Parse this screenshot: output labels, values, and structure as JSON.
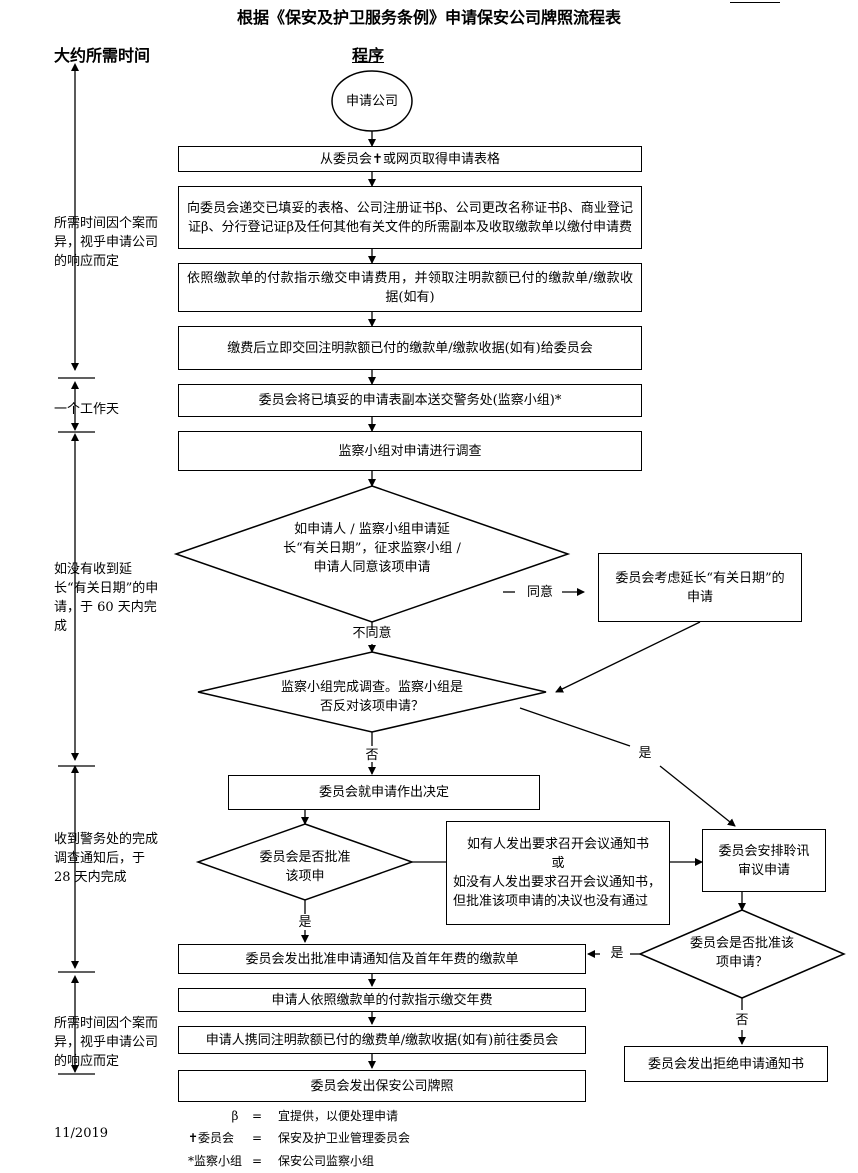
{
  "title": "根据《保安及护卫服务条例》申请保安公司牌照流程表",
  "headers": {
    "time": "大约所需时间",
    "procedure": "程序"
  },
  "time_notes": {
    "n1": "所需时间因个案而异，视乎申请公司的响应而定",
    "n2": "一个工作天",
    "n3": "如没有收到延长“有关日期”的申请，于 60 天内完成",
    "n4": "收到警务处的完成调查通知后，于 28 天内完成",
    "n5": "所需时间因个案而异，视乎申请公司的响应而定"
  },
  "steps": {
    "start": "申请公司",
    "s1": "从委员会✝或网页取得申请表格",
    "s2": "向委员会递交已填妥的表格、公司注册证书β、公司更改名称证书β、商业登记证β、分行登记证β及任何其他有关文件的所需副本及收取缴款单以缴付申请费",
    "s3": "依照缴款单的付款指示缴交申请费用，并领取注明款额已付的缴款单/缴款收据(如有)",
    "s4": "缴费后立即交回注明款额已付的缴款单/缴款收据(如有)给委员会",
    "s5": "委员会将已填妥的申请表副本送交警务处(监察小组)*",
    "s6": "监察小组对申请进行调查",
    "d1": "如申请人 / 监察小组申请延长“有关日期”，征求监察小组 / 申请人同意该项申请",
    "agree": "同意",
    "s_extend": "委员会考虑延长“有关日期”的申请",
    "disagree": "不同意",
    "d2": "监察小组完成调查。监察小组是否反对该项申请？",
    "no1": "否",
    "yes1": "是",
    "s7": "委员会就申请作出决定",
    "d3": "委员会是否批准该项申",
    "meeting_cond_1": "如有人发出要求召开会议通知书",
    "meeting_or": "或",
    "meeting_cond_2": "如没有人发出要求召开会议通知书，但批准该项申请的决议也没有通过",
    "s_hearing": "委员会安排聆讯审议申请",
    "yes2": "是",
    "d4": "委员会是否批准该项申请？",
    "yes3": "是",
    "no2": "否",
    "s8": "委员会发出批准申请通知信及首年年费的缴款单",
    "s9": "申请人依照缴款单的付款指示缴交年费",
    "s10": "申请人携同注明款额已付的缴费单/缴款收据(如有)前往委员会",
    "s11": "委员会发出保安公司牌照",
    "s_reject": "委员会发出拒绝申请通知书"
  },
  "footer": {
    "date": "11/2019",
    "legend": [
      {
        "sym": "β",
        "eq": "=",
        "desc": "宜提供，以便处理申请"
      },
      {
        "sym": "✝委员会",
        "eq": "=",
        "desc": "保安及护卫业管理委员会"
      },
      {
        "sym": "*监察小组",
        "eq": "=",
        "desc": "保安公司监察小组"
      }
    ]
  }
}
